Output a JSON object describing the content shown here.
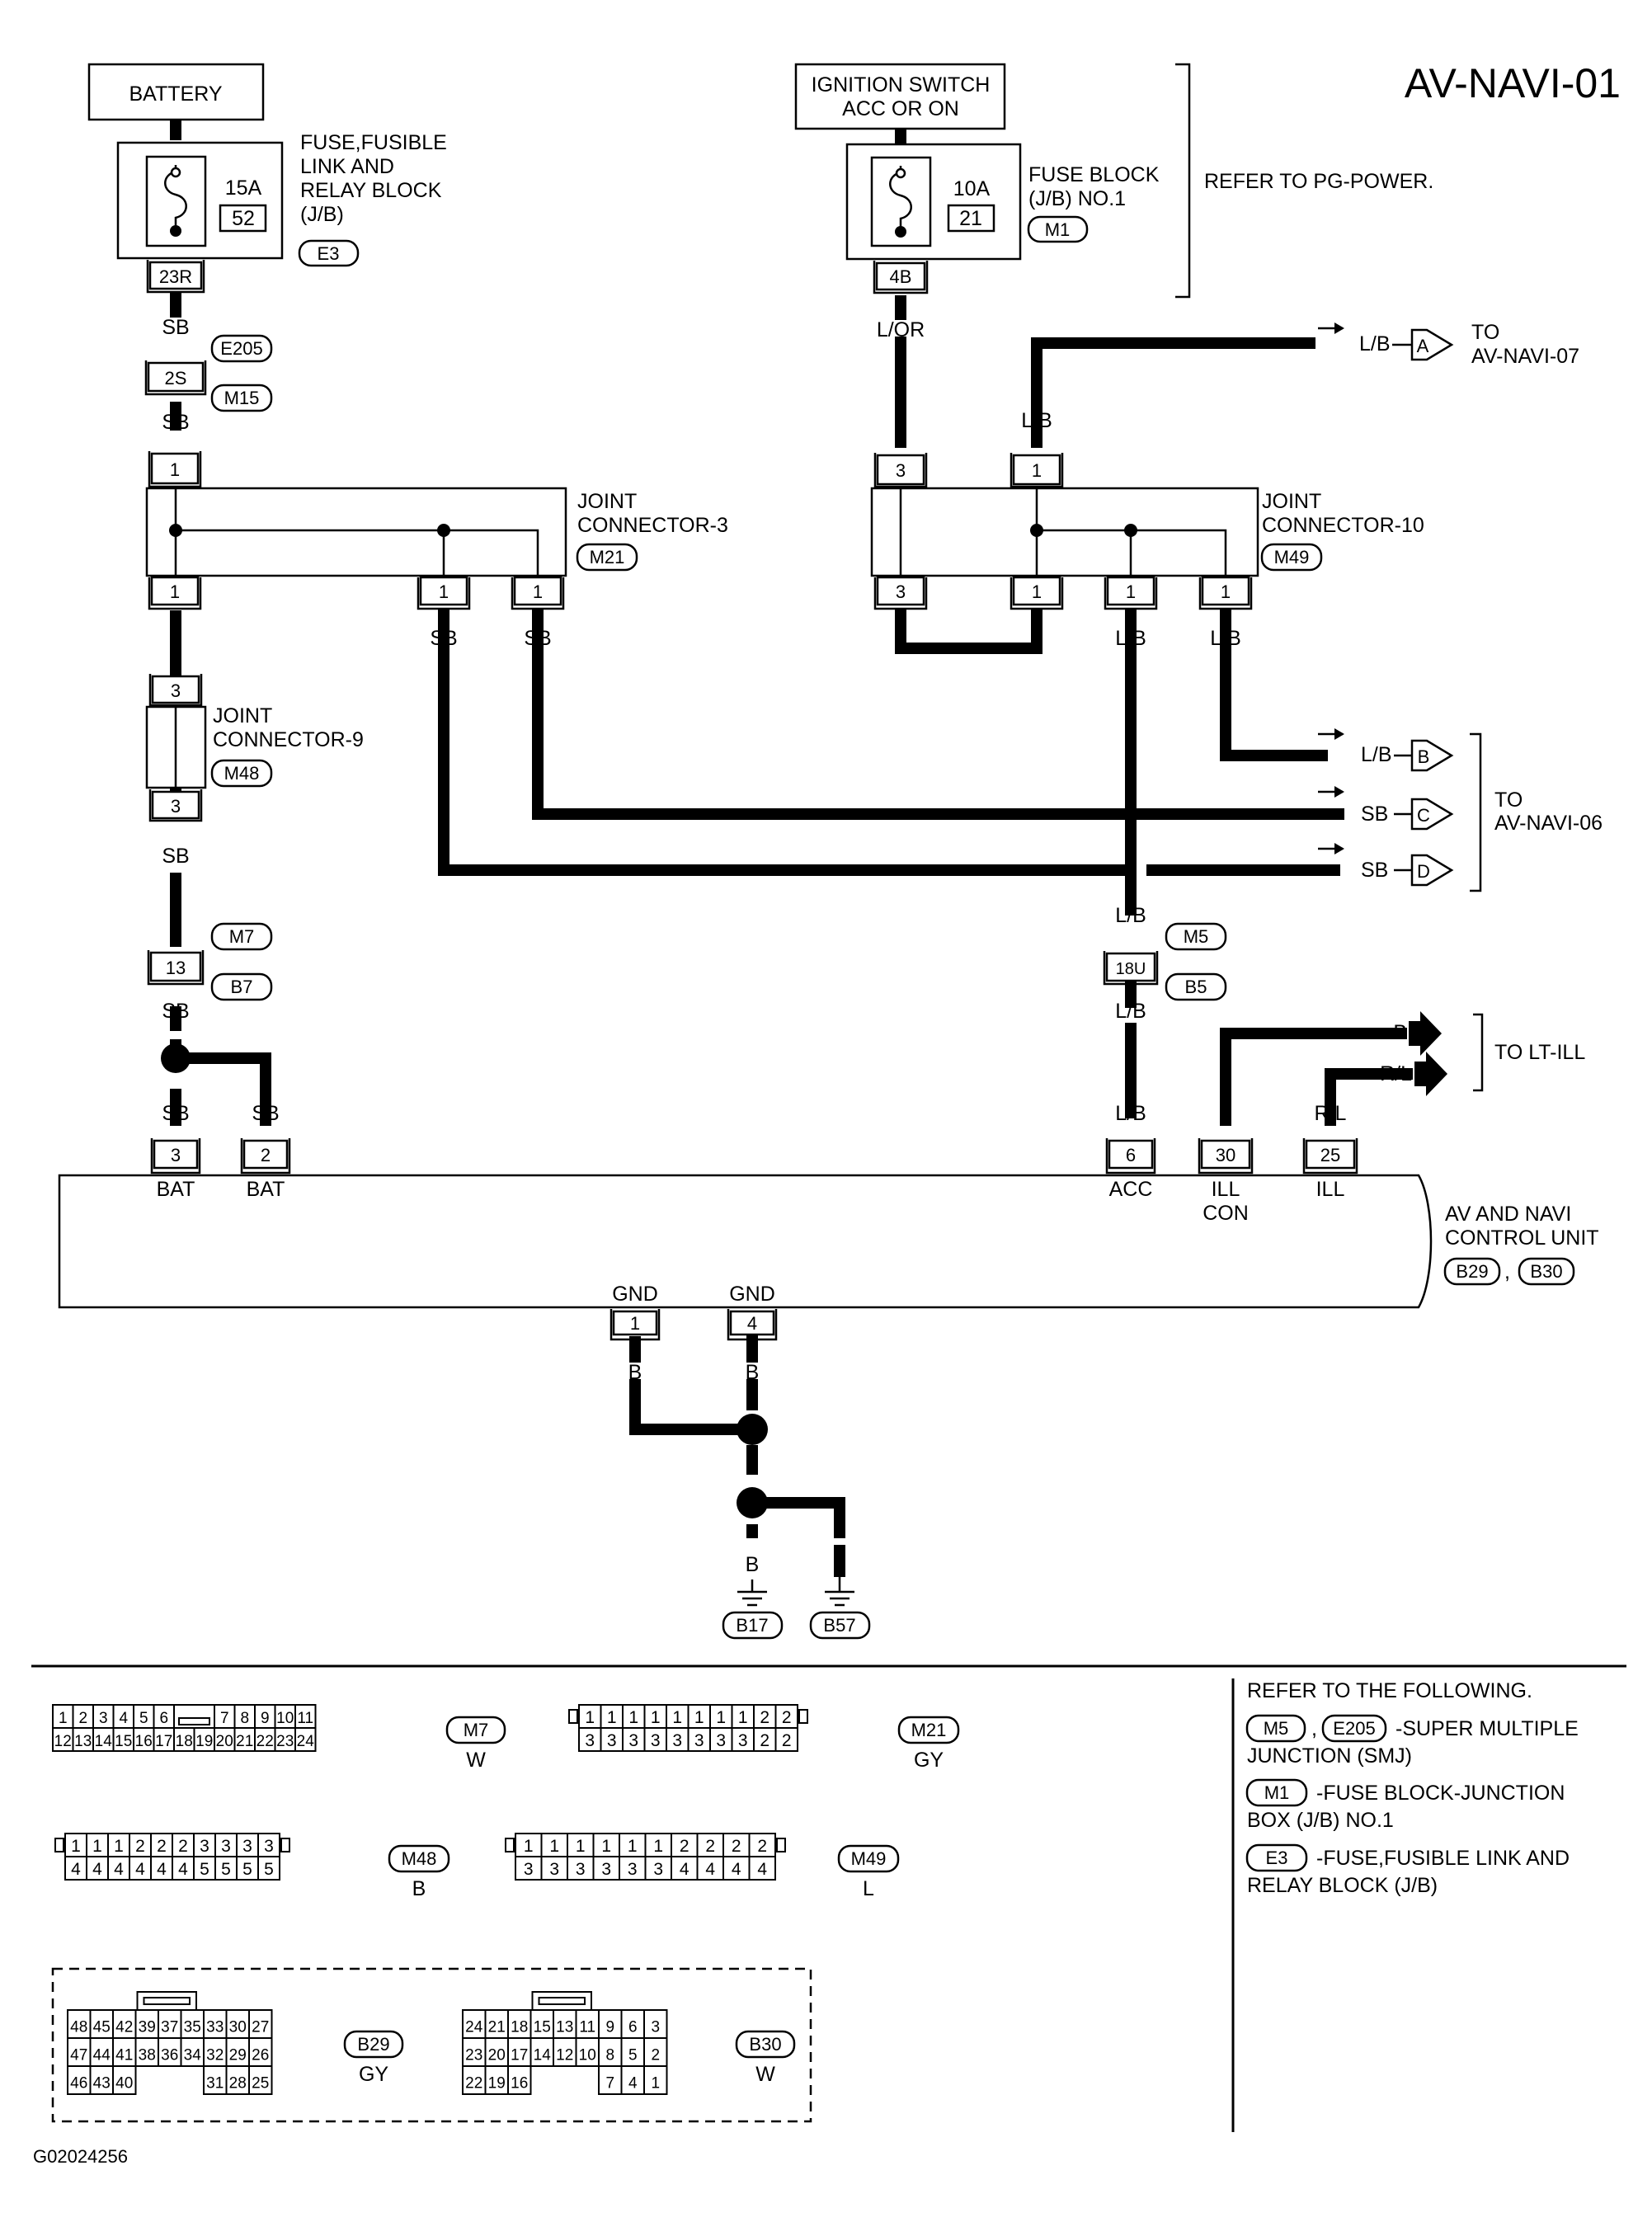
{
  "diagram_id": "AV-NAVI-01",
  "figure_code": "G02024256",
  "power": {
    "battery": "BATTERY",
    "ignition_line1": "IGNITION SWITCH",
    "ignition_line2": "ACC OR ON",
    "refer_pg": "REFER TO PG-POWER."
  },
  "fuse_left": {
    "amps": "15A",
    "number": "52",
    "label1": "FUSE,FUSIBLE",
    "label2": "LINK AND",
    "label3": "RELAY BLOCK",
    "label4": "(J/B)",
    "connector": "E3",
    "terminal": "23R"
  },
  "fuse_right": {
    "amps": "10A",
    "number": "21",
    "label1": "FUSE BLOCK",
    "label2": "(J/B) NO.1",
    "connector": "M1",
    "terminal": "4B"
  },
  "joints": {
    "jc3_line1": "JOINT",
    "jc3_line2": "CONNECTOR-3",
    "jc3_conn": "M21",
    "jc10_line1": "JOINT",
    "jc10_line2": "CONNECTOR-10",
    "jc10_conn": "M49",
    "jc9_line1": "JOINT",
    "jc9_line2": "CONNECTOR-9",
    "jc9_conn": "M48"
  },
  "inline": {
    "e205": "E205",
    "m15": "M15",
    "t2s": "2S",
    "m7": "M7",
    "b7": "B7",
    "t13": "13",
    "m5": "M5",
    "b5": "B5",
    "t18u": "18U"
  },
  "wires": {
    "sb": "SB",
    "lb": "L/B",
    "lor": "L/OR",
    "b": "B",
    "rl": "R/L"
  },
  "terminals": {
    "t1": "1",
    "t2": "2",
    "t3": "3",
    "t4": "4",
    "t6": "6",
    "t25": "25",
    "t30": "30"
  },
  "offpage": {
    "a": "A",
    "b": "B",
    "c": "C",
    "d": "D",
    "to": "TO",
    "navi07": "AV-NAVI-07",
    "navi06": "AV-NAVI-06",
    "ltill": "TO LT-ILL"
  },
  "unit": {
    "name1": "AV AND NAVI",
    "name2": "CONTROL UNIT",
    "conn1": "B29",
    "conn2": "B30",
    "bat": "BAT",
    "acc": "ACC",
    "ill": "ILL",
    "con": "CON",
    "gnd": "GND"
  },
  "grounds": {
    "g1": "B17",
    "g2": "B57"
  },
  "legend": {
    "m7_conn": "M7",
    "m7_color": "W",
    "m7_top": [
      "1",
      "2",
      "3",
      "4",
      "5",
      "6",
      "",
      "7",
      "8",
      "9",
      "10",
      "11"
    ],
    "m7_bot": [
      "12",
      "13",
      "14",
      "15",
      "16",
      "17",
      "18",
      "19",
      "20",
      "21",
      "22",
      "23",
      "24"
    ],
    "m21_conn": "M21",
    "m21_color": "GY",
    "m21_top": [
      "1",
      "1",
      "1",
      "1",
      "1",
      "1",
      "1",
      "1",
      "2",
      "2"
    ],
    "m21_bot": [
      "3",
      "3",
      "3",
      "3",
      "3",
      "3",
      "3",
      "3",
      "2",
      "2"
    ],
    "m48_conn": "M48",
    "m48_color": "B",
    "m48_top": [
      "1",
      "1",
      "1",
      "2",
      "2",
      "2",
      "3",
      "3",
      "3",
      "3"
    ],
    "m48_bot": [
      "4",
      "4",
      "4",
      "4",
      "4",
      "4",
      "5",
      "5",
      "5",
      "5"
    ],
    "m49_conn": "M49",
    "m49_color": "L",
    "m49_top": [
      "1",
      "1",
      "1",
      "1",
      "1",
      "1",
      "2",
      "2",
      "2",
      "2"
    ],
    "m49_bot": [
      "3",
      "3",
      "3",
      "3",
      "3",
      "3",
      "4",
      "4",
      "4",
      "4"
    ],
    "b29_conn": "B29",
    "b29_color": "GY",
    "b29_r1": [
      "48",
      "45",
      "42",
      "39",
      "37",
      "35",
      "33",
      "30",
      "27"
    ],
    "b29_r2": [
      "47",
      "44",
      "41",
      "38",
      "36",
      "34",
      "32",
      "29",
      "26"
    ],
    "b29_r3": [
      "46",
      "43",
      "40",
      "",
      "",
      "",
      "31",
      "28",
      "25"
    ],
    "b30_conn": "B30",
    "b30_color": "W",
    "b30_r1": [
      "24",
      "21",
      "18",
      "15",
      "13",
      "11",
      "9",
      "6",
      "3"
    ],
    "b30_r2": [
      "23",
      "20",
      "17",
      "14",
      "12",
      "10",
      "8",
      "5",
      "2"
    ],
    "b30_r3": [
      "22",
      "19",
      "16",
      "",
      "",
      "",
      "7",
      "4",
      "1"
    ]
  },
  "refer": {
    "title": "REFER TO THE FOLLOWING.",
    "c1": "M5",
    "c2": "E205",
    "t1a": "-SUPER MULTIPLE",
    "t1b": "JUNCTION (SMJ)",
    "c3": "M1",
    "t2a": "-FUSE BLOCK-JUNCTION",
    "t2b": "BOX (J/B) NO.1",
    "c4": "E3",
    "t3a": "-FUSE,FUSIBLE LINK AND",
    "t3b": "RELAY BLOCK (J/B)"
  }
}
